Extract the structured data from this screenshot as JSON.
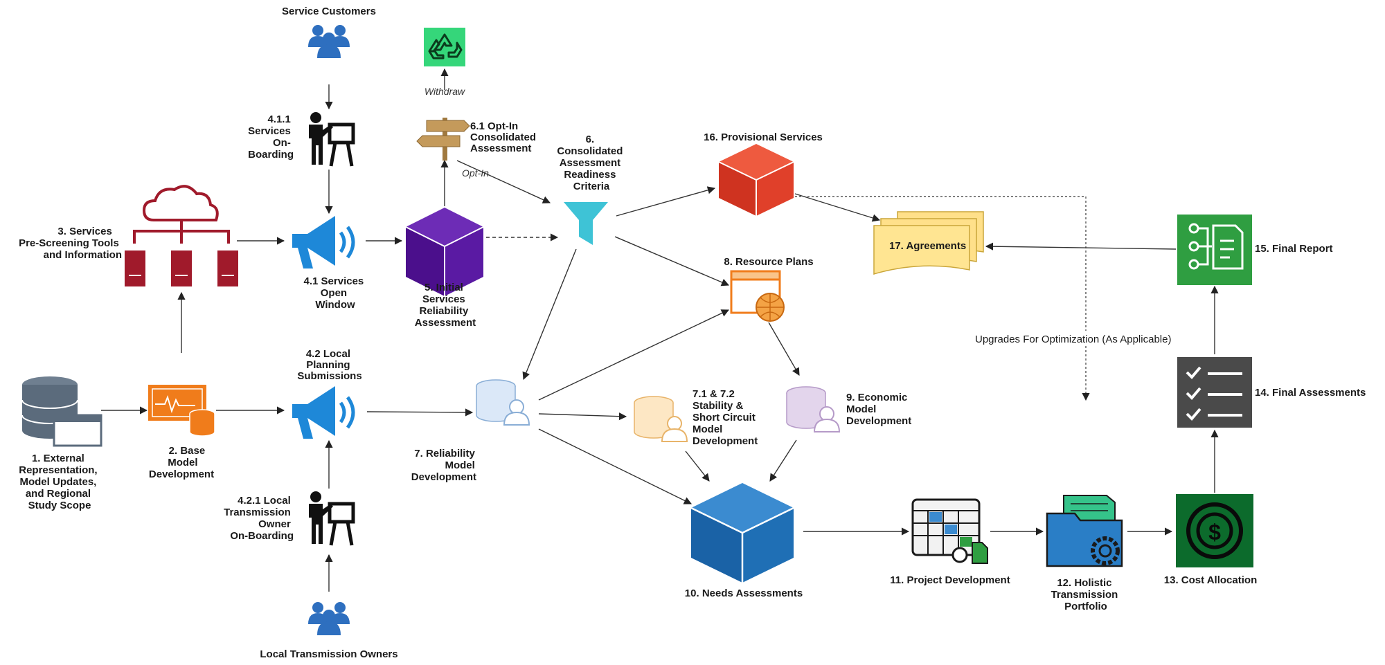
{
  "colors": {
    "people_blue": "#2e6fbf",
    "server_red": "#a01a2b",
    "megaphone_blue": "#1e88d8",
    "cube_purple": "#4b0f8c",
    "cube_red": "#e0402a",
    "cube_blue": "#1f6fb5",
    "funnel_cyan": "#3ec3d6",
    "monitor_orange": "#f07c1b",
    "recycle_green": "#35d67a",
    "report_green": "#2f9e41",
    "checklist_gray": "#4a4a4a",
    "dollar_green": "#0c6b2c",
    "agreement_yellow": "#ffe08a"
  },
  "icons": {
    "service_customers": "people-icon",
    "services_onboarding": "presenter-icon",
    "local_owners": "people-icon",
    "local_onboarding": "presenter-icon",
    "pre_screening": "cloud-server-icon",
    "external_rep": "database-window-icon",
    "base_model": "monitor-database-icon",
    "open_window": "megaphone-icon",
    "local_planning": "megaphone-icon",
    "initial_services": "cube-icon",
    "opt_in": "signpost-icon",
    "withdraw_target": "recycle-icon",
    "readiness": "funnel-icon",
    "provisional": "cube-icon",
    "agreements": "documents-icon",
    "resource_plans": "browser-globe-icon",
    "reliability_model": "database-user-icon",
    "stability_model": "database-user-icon",
    "economic_model": "database-user-icon",
    "needs": "cube-icon",
    "project_dev": "spreadsheet-gear-icon",
    "portfolio": "folder-gear-icon",
    "cost_allocation": "dollar-icon",
    "final_assessments": "checklist-icon",
    "final_report": "report-icon"
  },
  "labels": {
    "service_customers": [
      "Service Customers"
    ],
    "services_onboarding": [
      "4.1.1",
      "Services",
      "On-",
      "Boarding"
    ],
    "pre_screening": [
      "3. Services",
      "Pre-Screening Tools",
      "and Information"
    ],
    "open_window": [
      "4.1 Services",
      "Open",
      "Window"
    ],
    "initial_services": [
      "5. Initial",
      "Services",
      "Reliability",
      "Assessment"
    ],
    "opt_in": [
      "6.1 Opt-In",
      "Consolidated",
      "Assessment"
    ],
    "withdraw": "Withdraw",
    "opt_in_edge": "Opt-In",
    "readiness": [
      "6.",
      "Consolidated",
      "Assessment",
      "Readiness",
      "Criteria"
    ],
    "provisional": [
      "16. Provisional Services"
    ],
    "agreements": "17. Agreements",
    "final_report": "15. Final Report",
    "resource_plans": [
      "8. Resource Plans"
    ],
    "upgrades": "Upgrades For Optimization (As Applicable)",
    "final_assessments": "14. Final Assessments",
    "external_rep": [
      "1. External",
      "Representation,",
      "Model Updates,",
      "and Regional",
      "Study Scope"
    ],
    "base_model": [
      "2. Base",
      "Model",
      "Development"
    ],
    "local_planning": [
      "4.2 Local",
      "Planning",
      "Submissions"
    ],
    "reliability_model": [
      "7. Reliability",
      "Model",
      "Development"
    ],
    "stability_model": [
      "7.1 & 7.2",
      "Stability &",
      "Short Circuit",
      "Model",
      "Development"
    ],
    "economic_model": [
      "9. Economic",
      "Model",
      "Development"
    ],
    "local_onboarding": [
      "4.2.1 Local",
      "Transmission",
      "Owner",
      "On-Boarding"
    ],
    "needs": "10. Needs Assessments",
    "project_dev": "11. Project Development",
    "portfolio": [
      "12. Holistic",
      "Transmission",
      "Portfolio"
    ],
    "cost_allocation": "13. Cost Allocation",
    "local_owners": "Local Transmission Owners"
  }
}
